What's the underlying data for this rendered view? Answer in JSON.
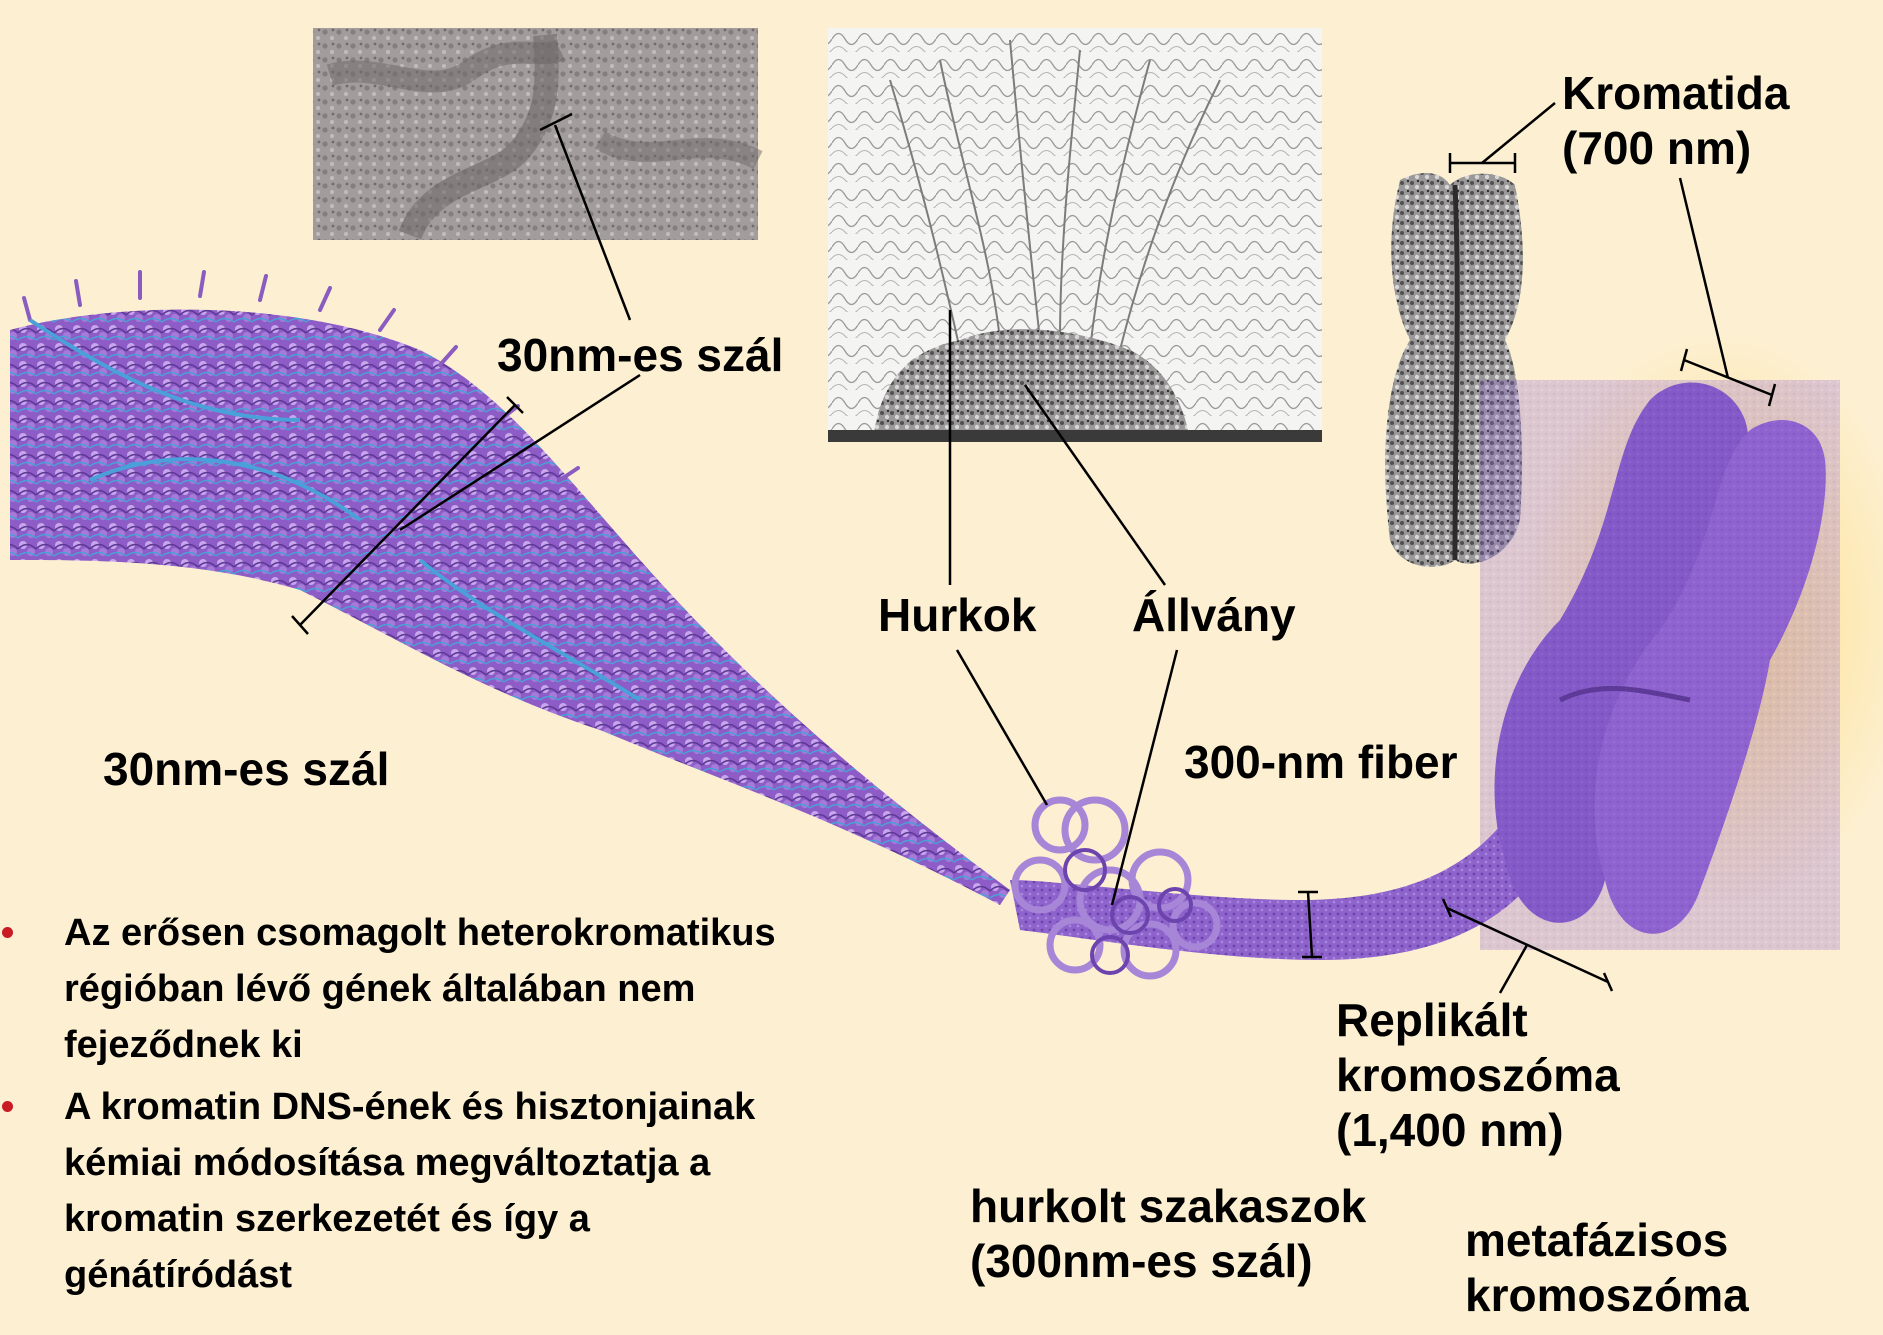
{
  "labels": {
    "fiber30_top": "30nm-es szál",
    "fiber30_left": "30nm-es szál",
    "loops": "Hurkok",
    "scaffold": "Állvány",
    "chromatid": "Kromatida\n(700 nm)",
    "fiber300": "300-nm fiber",
    "replicated": "Replikált\nkromoszóma\n(1,400 nm)",
    "looped": "hurkolt szakaszok\n(300nm-es szál)",
    "metaphase": "metafázisos\nkromoszóma"
  },
  "bullets": [
    "Az erősen csomagolt heterokromatikus\nrégióban lévő gének általában nem\nfejeződnek ki",
    "A kromatin DNS-ének és hisztonjainak\nkémiai módosítása megváltoztatja a\nkromatin szerkezetét és így a\ngénátíródást"
  ],
  "colors": {
    "background": "#fdf0d2",
    "chromatin_purple": "#8a5cc0",
    "dna_blue": "#4aa0d8",
    "chromosome_violet": "#7f55c6",
    "bullet_red": "#c81b24"
  },
  "micrographs": [
    "30nm-fiber-micrograph",
    "loops-scaffold-micrograph",
    "chromatid-micrograph"
  ]
}
